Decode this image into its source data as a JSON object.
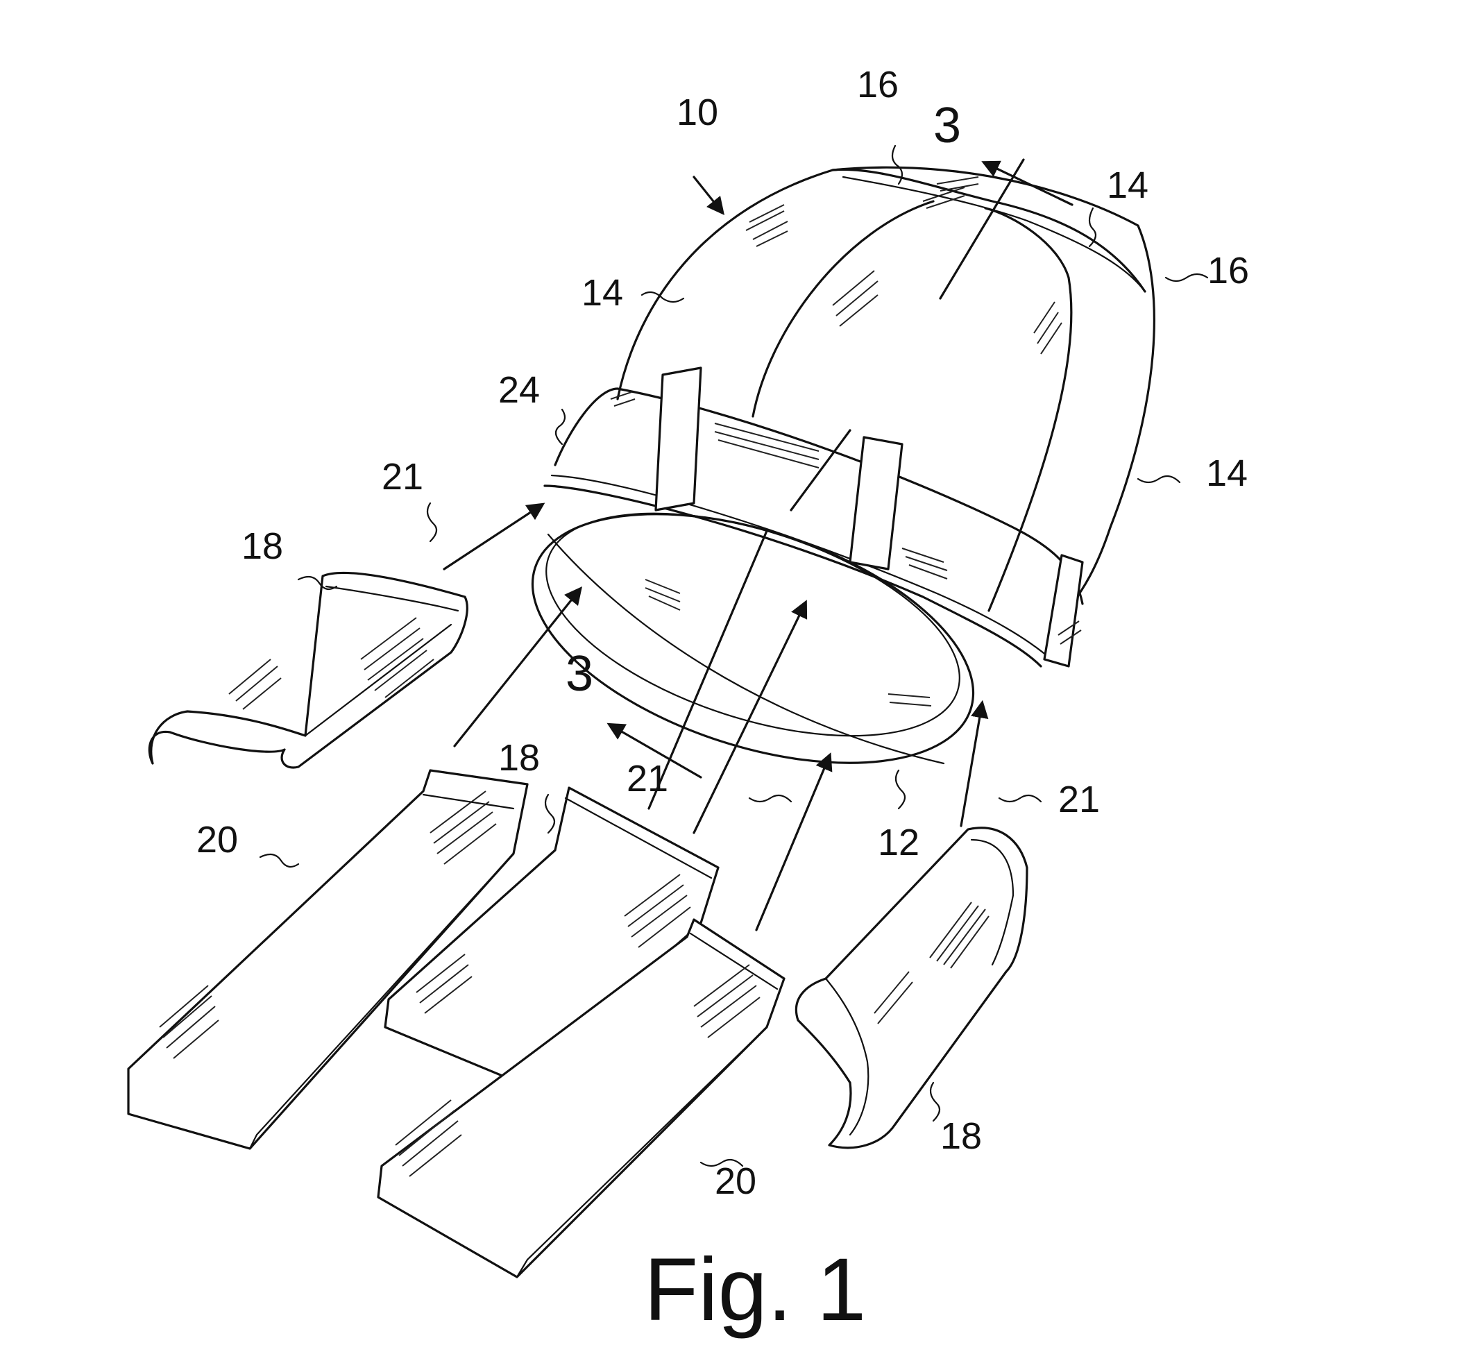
{
  "figure": {
    "caption": "Fig. 1"
  },
  "reference_numerals": {
    "assembly": "10",
    "section_top": "3",
    "section_bottom": "3",
    "cap_top": "16",
    "cap_right": "16",
    "panel_top_right": "14",
    "panel_left": "14",
    "panel_right": "14",
    "band": "24",
    "arrow_left_upper": "21",
    "arrow_center": "21",
    "arrow_right": "21",
    "base_ring": "12",
    "pad_left": "18",
    "pad_center": "18",
    "pad_right": "18",
    "strip_left": "20",
    "strip_right": "20"
  },
  "colors": {
    "ink": "#111111",
    "paper": "#ffffff"
  }
}
